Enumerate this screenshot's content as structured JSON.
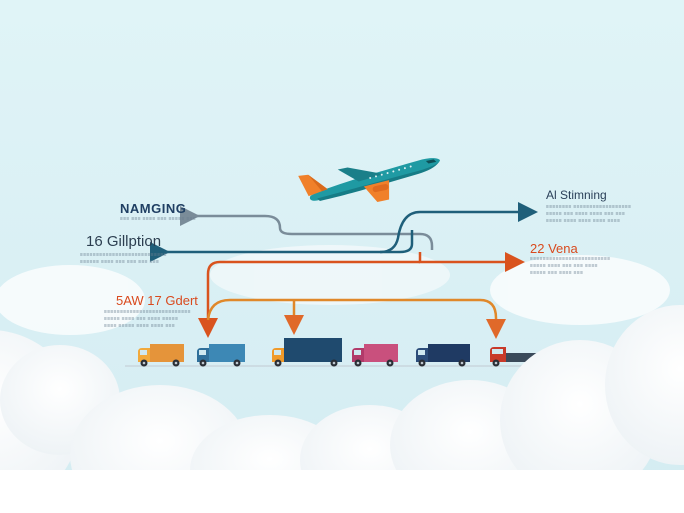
{
  "labels": {
    "left_top": {
      "title": "NAMGING",
      "sub": "≡≡≡ ≡≡≡ ≡≡≡≡ ≡≡≡ ≡≡≡≡≡ ≡≡≡"
    },
    "left_mid": {
      "title": "16 Gillption",
      "sub1": "≡≡≡≡≡≡≡≡≡≡≡≡≡≡≡≡≡≡≡≡≡≡≡≡≡≡≡",
      "sub2": "≡≡≡≡≡≡ ≡≡≡≡ ≡≡≡ ≡≡≡ ≡≡≡ ≡≡≡"
    },
    "left_low": {
      "title": "5AW 17 Gdert",
      "sub1": "≡≡≡≡≡≡≡≡≡≡≡≡≡≡≡≡≡≡≡≡≡≡≡≡≡≡≡",
      "sub2": "≡≡≡≡≡ ≡≡≡≡ ≡≡≡ ≡≡≡≡ ≡≡≡≡≡",
      "sub3": "≡≡≡≡ ≡≡≡≡≡ ≡≡≡≡ ≡≡≡≡ ≡≡≡"
    },
    "right_top": {
      "title": "Al Stimning",
      "sub1": "≡≡≡≡≡≡≡≡ ≡≡≡≡≡≡≡≡≡≡≡≡≡≡≡≡≡≡",
      "sub2": "≡≡≡≡≡ ≡≡≡ ≡≡≡≡ ≡≡≡≡ ≡≡≡ ≡≡≡",
      "sub3": "≡≡≡≡≡ ≡≡≡≡ ≡≡≡≡ ≡≡≡≡ ≡≡≡≡"
    },
    "right_mid": {
      "title": "22 Vena",
      "sub1": "≡≡≡≡≡≡≡≡≡≡≡≡≡≡≡≡≡≡≡≡≡≡≡≡≡",
      "sub2": "≡≡≡≡≡ ≡≡≡≡ ≡≡≡ ≡≡≡ ≡≡≡≡",
      "sub3": "≡≡≡≡≡ ≡≡≡ ≡≡≡≡ ≡≡≡"
    }
  },
  "colors": {
    "navy_line": "#1f5f7a",
    "gray_line": "#7a8c99",
    "orange_line": "#e0692a",
    "orange_dark": "#d9531e",
    "plane_body": "#1f9aa3",
    "plane_tail": "#f0802a"
  },
  "vehicles": [
    {
      "name": "van-orange",
      "cab": "#f2a93b",
      "box": "#e5943a"
    },
    {
      "name": "truck-blue",
      "cab": "#2f6f9a",
      "box": "#3d88b5"
    },
    {
      "name": "truck-orange-navy",
      "cab": "#f09a2a",
      "box": "#1f4a6e"
    },
    {
      "name": "truck-magenta",
      "cab": "#b23a6a",
      "box": "#c9507d"
    },
    {
      "name": "truck-navy",
      "cab": "#2c4d7a",
      "box": "#1f3a63"
    },
    {
      "name": "pickup-red",
      "cab": "#c83a2a",
      "box": "#3a4a5a"
    }
  ]
}
